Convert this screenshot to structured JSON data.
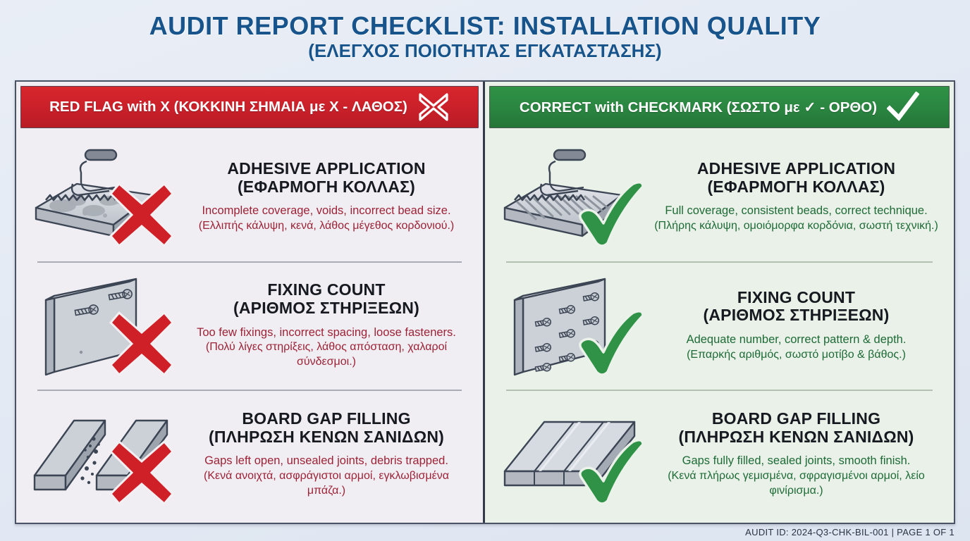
{
  "title": {
    "main": "AUDIT REPORT CHECKLIST: INSTALLATION QUALITY",
    "sub": "(ΕΛΕΓΧΟΣ ΠΟΙΟΤΗΤΑΣ ΕΓΚΑΤΑΣΤΑΣΗΣ)",
    "color": "#17548c"
  },
  "columns": {
    "left": {
      "header_label": "RED FLAG with X (ΚΟΚΚΙΝΗ ΣΗΜΑΙΑ με X - ΛΑΘΟΣ)",
      "header_icon": "x-mark-icon",
      "header_color": "#c9202a",
      "text_color": "#9d2236",
      "items": [
        {
          "illustration": "trowel-patchy-adhesive-illustration",
          "status_icon": "red-x-icon",
          "title_en": "ADHESIVE APPLICATION",
          "title_el": "(ΕΦΑΡΜΟΓΗ ΚΟΛΛΑΣ)",
          "desc_en": "Incomplete coverage, voids, incorrect bead size.",
          "desc_el": "(Ελλιπής κάλυψη, κενά, λάθος μέγεθος κορδονιού.)"
        },
        {
          "illustration": "board-two-screws-illustration",
          "status_icon": "red-x-icon",
          "title_en": "FIXING COUNT",
          "title_el": "(ΑΡΙΘΜΟΣ ΣΤΗΡΙΞΕΩΝ)",
          "desc_en": "Too few fixings, incorrect spacing, loose fasteners.",
          "desc_el": "(Πολύ λίγες στηρίξεις, λάθος απόσταση, χαλαροί σύνδεσμοι.)"
        },
        {
          "illustration": "boards-open-gap-debris-illustration",
          "status_icon": "red-x-icon",
          "title_en": "BOARD GAP FILLING",
          "title_el": "(ΠΛΗΡΩΣΗ ΚΕΝΩΝ ΣΑΝΙΔΩΝ)",
          "desc_en": "Gaps left open, unsealed joints, debris trapped.",
          "desc_el": "(Κενά ανοιχτά, ασφράγιστοι αρμοί, εγκλωβισμένα μπάζα.)"
        }
      ]
    },
    "right": {
      "header_label": "CORRECT with CHECKMARK (ΣΩΣΤΟ με ✓ - ΟΡΘΟ)",
      "header_icon": "checkmark-icon",
      "header_color": "#2a8540",
      "text_color": "#1e6b36",
      "items": [
        {
          "illustration": "trowel-ribbed-adhesive-illustration",
          "status_icon": "green-check-icon",
          "title_en": "ADHESIVE APPLICATION",
          "title_el": "(ΕΦΑΡΜΟΓΗ ΚΟΛΛΑΣ)",
          "desc_en": "Full coverage, consistent beads, correct technique.",
          "desc_el": "(Πλήρης κάλυψη, ομοιόμορφα κορδόνια, σωστή τεχνική.)"
        },
        {
          "illustration": "board-many-screws-illustration",
          "status_icon": "green-check-icon",
          "title_en": "FIXING COUNT",
          "title_el": "(ΑΡΙΘΜΟΣ ΣΤΗΡΙΞΕΩΝ)",
          "desc_en": "Adequate number, correct pattern & depth.",
          "desc_el": "(Επαρκής αριθμός, σωστό μοτίβο & βάθος.)"
        },
        {
          "illustration": "boards-filled-joints-illustration",
          "status_icon": "green-check-icon",
          "title_en": "BOARD GAP FILLING",
          "title_el": "(ΠΛΗΡΩΣΗ ΚΕΝΩΝ ΣΑΝΙΔΩΝ)",
          "desc_en": "Gaps fully filled, sealed joints, smooth finish.",
          "desc_el": "(Κενά πλήρως γεμισμένα, σφραγισμένοι αρμοί, λείο φινίρισμα.)"
        }
      ]
    }
  },
  "footer": {
    "text": "AUDIT ID: 2024-Q3-CHK-BIL-001 | PAGE 1 OF 1"
  }
}
